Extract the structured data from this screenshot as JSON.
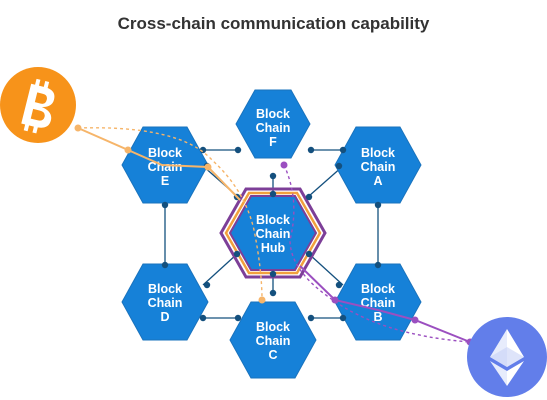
{
  "title": "Cross-chain communication capability",
  "colors": {
    "hex": "#1681d8",
    "hex_stroke": "#1a73bd",
    "link": "#14507e",
    "dot": "#14507e",
    "hub_outer": "#7d3f98",
    "hub_inner": "#f2a03d",
    "bitcoin": "#f7931a",
    "bitcoin_path": "#f6b56a",
    "ethereum": "#627eea",
    "ethereum_path": "#9b4fc0"
  },
  "icons": {
    "bitcoin": "bitcoin-logo",
    "ethereum": "ethereum-logo"
  },
  "nodes": {
    "hub": [
      "Block",
      "Chain",
      "Hub"
    ],
    "a": [
      "Block",
      "Chain",
      "A"
    ],
    "b": [
      "Block",
      "Chain",
      "B"
    ],
    "c": [
      "Block",
      "Chain",
      "C"
    ],
    "d": [
      "Block",
      "Chain",
      "D"
    ],
    "e": [
      "Block",
      "Chain",
      "E"
    ],
    "f": [
      "Block",
      "Chain",
      "F"
    ]
  }
}
